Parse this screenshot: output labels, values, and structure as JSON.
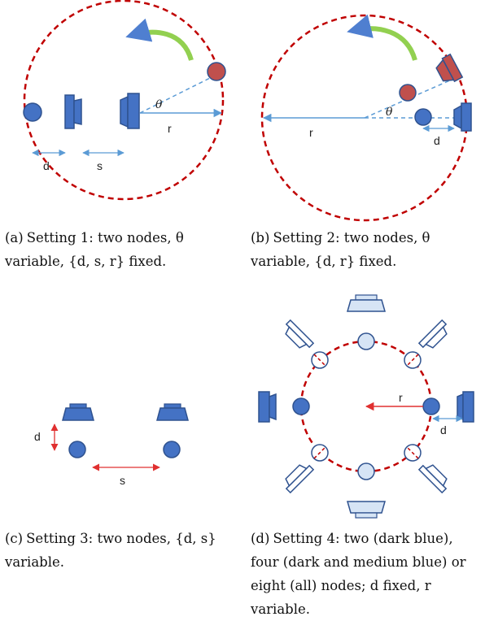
{
  "panels": [
    {
      "id": "a",
      "caption_tag": "(a)",
      "caption_text": "Setting 1: two nodes, θ variable, {d, s, r} fixed.",
      "labels": {
        "theta": "θ",
        "r": "r",
        "d": "d",
        "s": "s"
      }
    },
    {
      "id": "b",
      "caption_tag": "(b)",
      "caption_text": "Setting 2: two nodes, θ variable, {d, r} fixed.",
      "labels": {
        "theta": "θ",
        "r": "r",
        "d": "d"
      }
    },
    {
      "id": "c",
      "caption_tag": "(c)",
      "caption_text": "Setting 3: two nodes, {d, s} variable.",
      "labels": {
        "d": "d",
        "s": "s"
      }
    },
    {
      "id": "d",
      "caption_tag": "(d)",
      "caption_text": "Setting 4: two (dark blue), four (dark and medium blue) or eight (all) nodes; d fixed, r variable.",
      "labels": {
        "r": "r",
        "d": "d"
      }
    }
  ],
  "colors": {
    "dark_blue": "#4472c4",
    "dark_blue_stroke": "#2f528f",
    "light_blue": "#d6e4f5",
    "light_blue_stroke": "#2f528f",
    "red_node": "#c0504d",
    "circle_dash": "#c00000",
    "arrow_blue": "#5b9bd5",
    "arrow_red": "#e03030",
    "curve_green": "#92d050"
  }
}
